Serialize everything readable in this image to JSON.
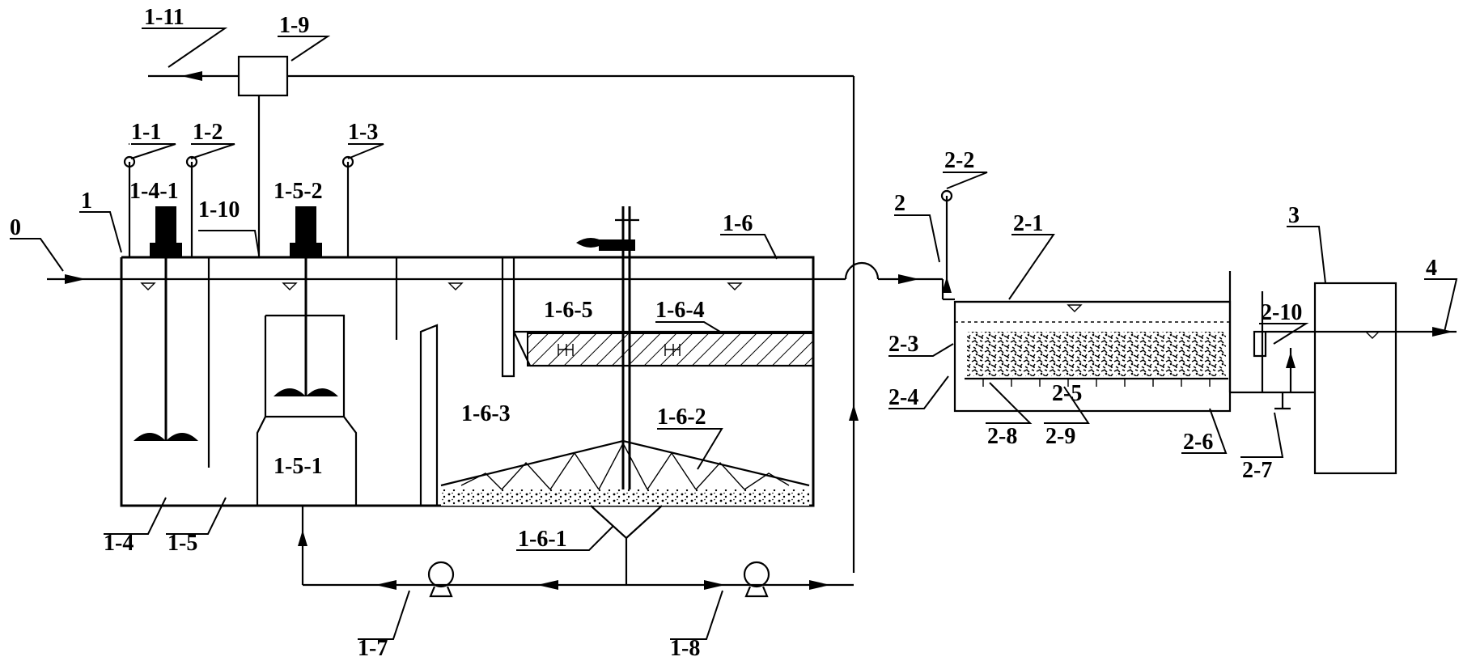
{
  "labels": {
    "l0": "0",
    "l1": "1",
    "l1_1": "1-1",
    "l1_2": "1-2",
    "l1_3": "1-3",
    "l1_4": "1-4",
    "l1_4_1": "1-4-1",
    "l1_5": "1-5",
    "l1_5_1": "1-5-1",
    "l1_5_2": "1-5-2",
    "l1_6": "1-6",
    "l1_6_1": "1-6-1",
    "l1_6_2": "1-6-2",
    "l1_6_3": "1-6-3",
    "l1_6_4": "1-6-4",
    "l1_6_5": "1-6-5",
    "l1_7": "1-7",
    "l1_8": "1-8",
    "l1_9": "1-9",
    "l1_10": "1-10",
    "l1_11": "1-11",
    "l2": "2",
    "l2_1": "2-1",
    "l2_2": "2-2",
    "l2_3": "2-3",
    "l2_4": "2-4",
    "l2_5": "2-5",
    "l2_6": "2-6",
    "l2_7": "2-7",
    "l2_8": "2-8",
    "l2_9": "2-9",
    "l2_10": "2-10",
    "l3": "3",
    "l4": "4"
  }
}
